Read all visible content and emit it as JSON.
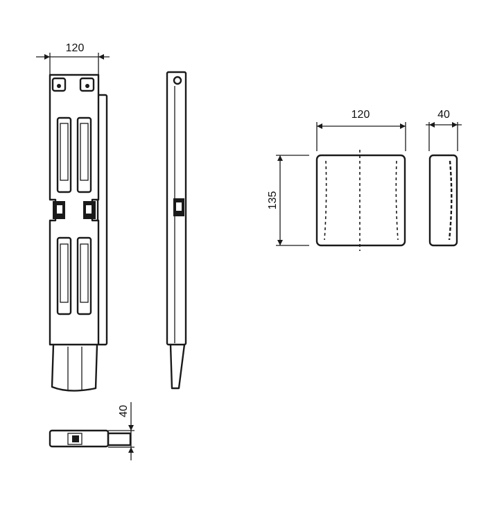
{
  "dimensions": {
    "front_width": "120",
    "bottom_depth": "40",
    "block_width": "120",
    "block_height": "135",
    "block_depth": "40"
  },
  "colors": {
    "line": "#1a1a1a",
    "background": "#ffffff"
  }
}
